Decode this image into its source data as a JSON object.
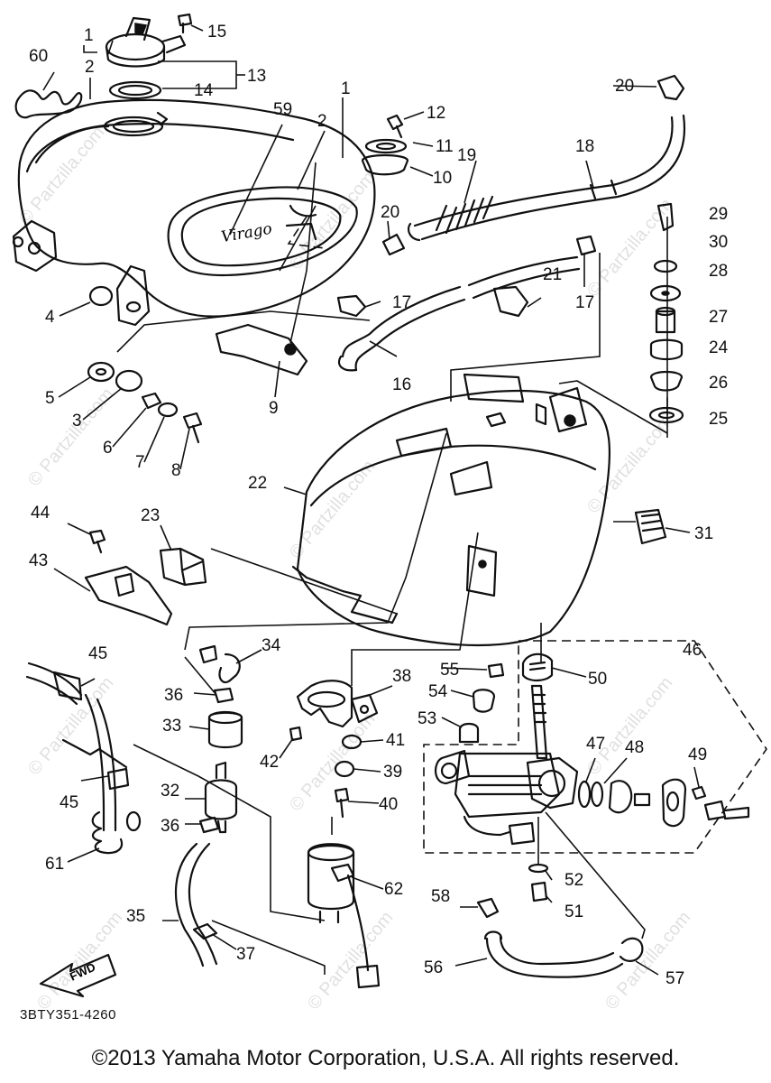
{
  "diagram": {
    "code": "3BTY351-4260",
    "copyright": "©2013 Yamaha Motor Corporation, U.S.A. All rights reserved.",
    "fwd_label": "FWD",
    "tank_badge": "Virago",
    "watermark": "© Partzilla.com",
    "callouts": [
      "1",
      "2",
      "1",
      "2",
      "3",
      "4",
      "5",
      "6",
      "7",
      "8",
      "9",
      "10",
      "11",
      "12",
      "13",
      "14",
      "15",
      "16",
      "17",
      "17",
      "18",
      "19",
      "20",
      "20",
      "21",
      "22",
      "23",
      "24",
      "25",
      "26",
      "27",
      "28",
      "29",
      "30",
      "31",
      "32",
      "33",
      "34",
      "35",
      "36",
      "36",
      "37",
      "38",
      "39",
      "40",
      "41",
      "42",
      "43",
      "44",
      "45",
      "45",
      "46",
      "47",
      "48",
      "49",
      "50",
      "51",
      "52",
      "53",
      "54",
      "55",
      "56",
      "57",
      "58",
      "59",
      "60",
      "61",
      "62"
    ]
  }
}
